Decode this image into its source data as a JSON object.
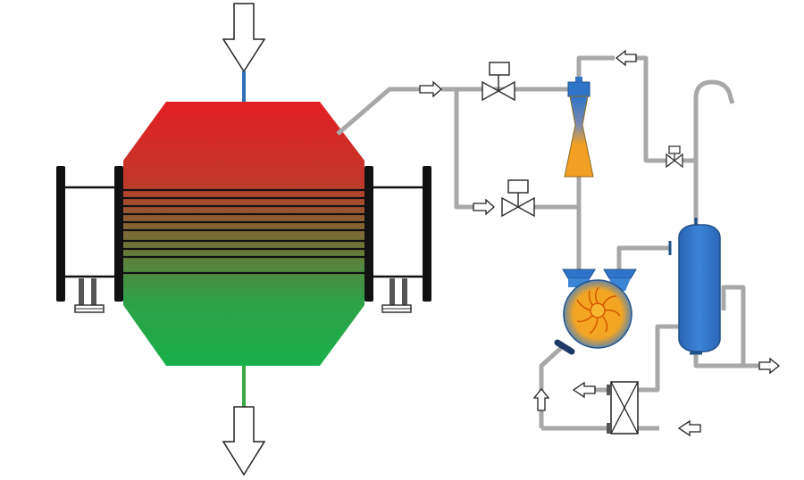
{
  "diagram": {
    "type": "process-flow",
    "components": [
      {
        "id": "vessel",
        "kind": "octagonal-vessel"
      },
      {
        "id": "tube-bundle",
        "kind": "tube-bundle",
        "tubes": 10
      },
      {
        "id": "ejector",
        "kind": "steam-ejector"
      },
      {
        "id": "valve-1",
        "kind": "control-valve"
      },
      {
        "id": "valve-2",
        "kind": "control-valve"
      },
      {
        "id": "valve-3",
        "kind": "control-valve"
      },
      {
        "id": "liquid-ring-pump",
        "kind": "pump"
      },
      {
        "id": "separator",
        "kind": "separator-tank"
      },
      {
        "id": "heat-exchanger",
        "kind": "heat-exchanger"
      }
    ],
    "flow_arrows": [
      "inlet-top",
      "outlet-bottom",
      "to-valve",
      "to-valve-2",
      "ejector-top",
      "separator-out",
      "hx-out",
      "hx-in",
      "pump-feed"
    ]
  },
  "colors": {
    "hot": "#e31e24",
    "cold": "#1ca84a",
    "pipe": "#a8a8a8",
    "vessel-blue": "#2e74c8",
    "ejector-orange": "#f0a020",
    "frame": "#111111",
    "inlet-line": "#2f6fb5",
    "outlet-line": "#3aa845"
  },
  "icons": {
    "valve": "bowtie-valve-icon",
    "arrow": "hollow-arrow-icon",
    "pump": "impeller-icon"
  }
}
